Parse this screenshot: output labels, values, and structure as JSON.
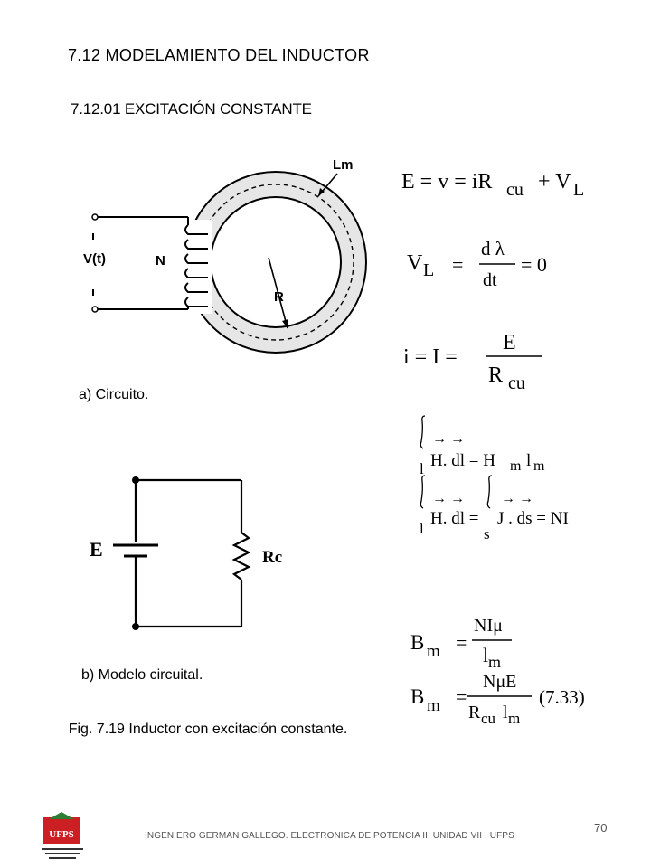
{
  "headings": {
    "section": "7.12  MODELAMIENTO DEL INDUCTOR",
    "subsection": "7.12.01 EXCITACIÓN CONSTANTE"
  },
  "figure_a": {
    "labels": {
      "vt": "V(t)",
      "n": "N",
      "lm": "Lm",
      "r": "R"
    },
    "caption": "a) Circuito."
  },
  "figure_b": {
    "labels": {
      "e": "E",
      "rc": "Rc"
    },
    "caption": "b) Modelo circuital."
  },
  "figure_caption": "Fig.  7.19 Inductor con excitación constante.",
  "equations": {
    "eq1": {
      "lhs": "E = v = iR",
      "sub1": "cu",
      "plus": "+ V",
      "sub2": "L"
    },
    "eq2": {
      "v": "V",
      "sub": "L",
      "eq": "=",
      "num": "d λ",
      "den": "dt",
      "rhs": "= 0"
    },
    "eq3": {
      "lhs": "i = I =",
      "num": "E",
      "den_r": "R",
      "den_sub": "cu"
    },
    "eq4": {
      "int_sub": "l",
      "arrows": "→ →",
      "body": "H. dl = H",
      "sub_m": "m",
      "l": "l",
      "sub_m2": "m"
    },
    "eq5": {
      "int_sub1": "l",
      "int_sub2": "s",
      "arrows1": "→ →",
      "arrows2": "→ →",
      "body1": "H. dl =",
      "body2": "J . ds = NI"
    },
    "eq6": {
      "b": "B",
      "sub": "m",
      "eq": "=",
      "num": "NIμ",
      "den": "l",
      "den_sub": "m"
    },
    "eq7": {
      "b": "B",
      "sub": "m",
      "eq": "=",
      "num": "NμE",
      "den_r": "R",
      "den_sub": "cu",
      "den_l": "l",
      "den_sub2": "m",
      "tag": "(7.33)"
    }
  },
  "footer": {
    "text": "INGENIERO GERMAN GALLEGO. ELECTRONICA DE POTENCIA  II. UNIDAD  VII . UFPS",
    "page": "70",
    "logo_text": "UFPS"
  },
  "colors": {
    "toroid_fill": "#e6e6e6",
    "logo_red": "#cc1f24"
  }
}
